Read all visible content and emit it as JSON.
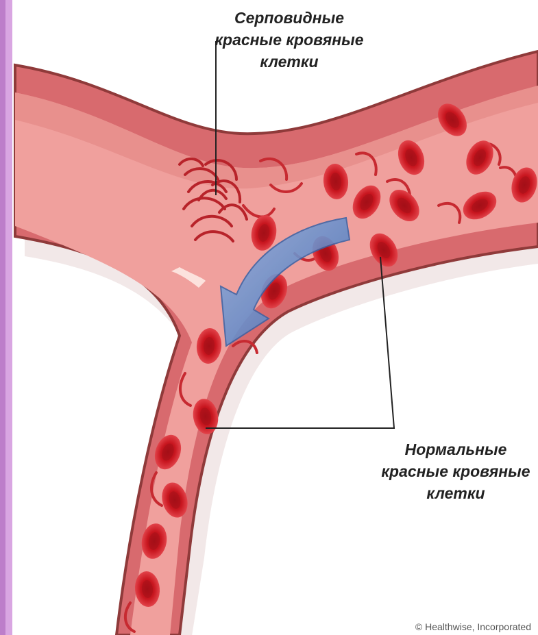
{
  "labels": {
    "sickle": {
      "line1": "Серповидные",
      "line2": "красные кровяные",
      "line3": "клетки"
    },
    "normal": {
      "line1": "Нормальные",
      "line2": "красные кровяные",
      "line3": "клетки"
    }
  },
  "credit": "© Healthwise, Incorporated",
  "colors": {
    "vessel_wall": "#d86a6e",
    "vessel_lumen": "#f0a09d",
    "vessel_edge": "#8f3a3a",
    "cell": "#d3242c",
    "cell_center": "#a81119",
    "flow_arrow": "#5a86c9",
    "left_strip": "#c98ad6"
  },
  "icons": [
    "flow-arrow-icon",
    "red-blood-cell-icon",
    "sickle-cell-icon",
    "leader-line-icon"
  ]
}
